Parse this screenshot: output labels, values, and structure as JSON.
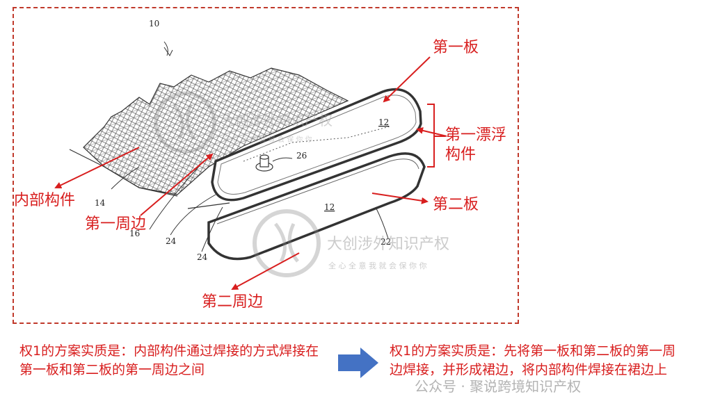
{
  "figure": {
    "ref_numbers": {
      "n10": "10",
      "n12a": "12",
      "n12b": "12",
      "n14": "14",
      "n16": "16",
      "n24a": "24",
      "n24b": "24",
      "n26": "26",
      "n22": "22"
    },
    "labels": {
      "first_plate": "第一板",
      "first_floating_line1": "第一漂浮",
      "first_floating_line2": "构件",
      "second_plate": "第二板",
      "inner_member": "内部构件",
      "first_perimeter": "第一周边",
      "second_perimeter": "第二周边"
    },
    "watermark": {
      "brand": "大创涉外知识产权",
      "tagline": "全 心 全 意 我 就 会 保 你 你"
    }
  },
  "captions": {
    "left": "权1的方案实质是：内部构件通过焊接的方式焊接在第一板和第二板的第一周边之间",
    "right": "权1的方案实质是：先将第一板和第二板的第一周边焊接，并形成裙边，将内部构件焊接在裙边上"
  },
  "footer_watermark": "公众号 · 聚说跨境知识产权",
  "colors": {
    "accent_red": "#d81e1e",
    "frame_red": "#c0392b",
    "arrow_blue": "#4472c4"
  }
}
